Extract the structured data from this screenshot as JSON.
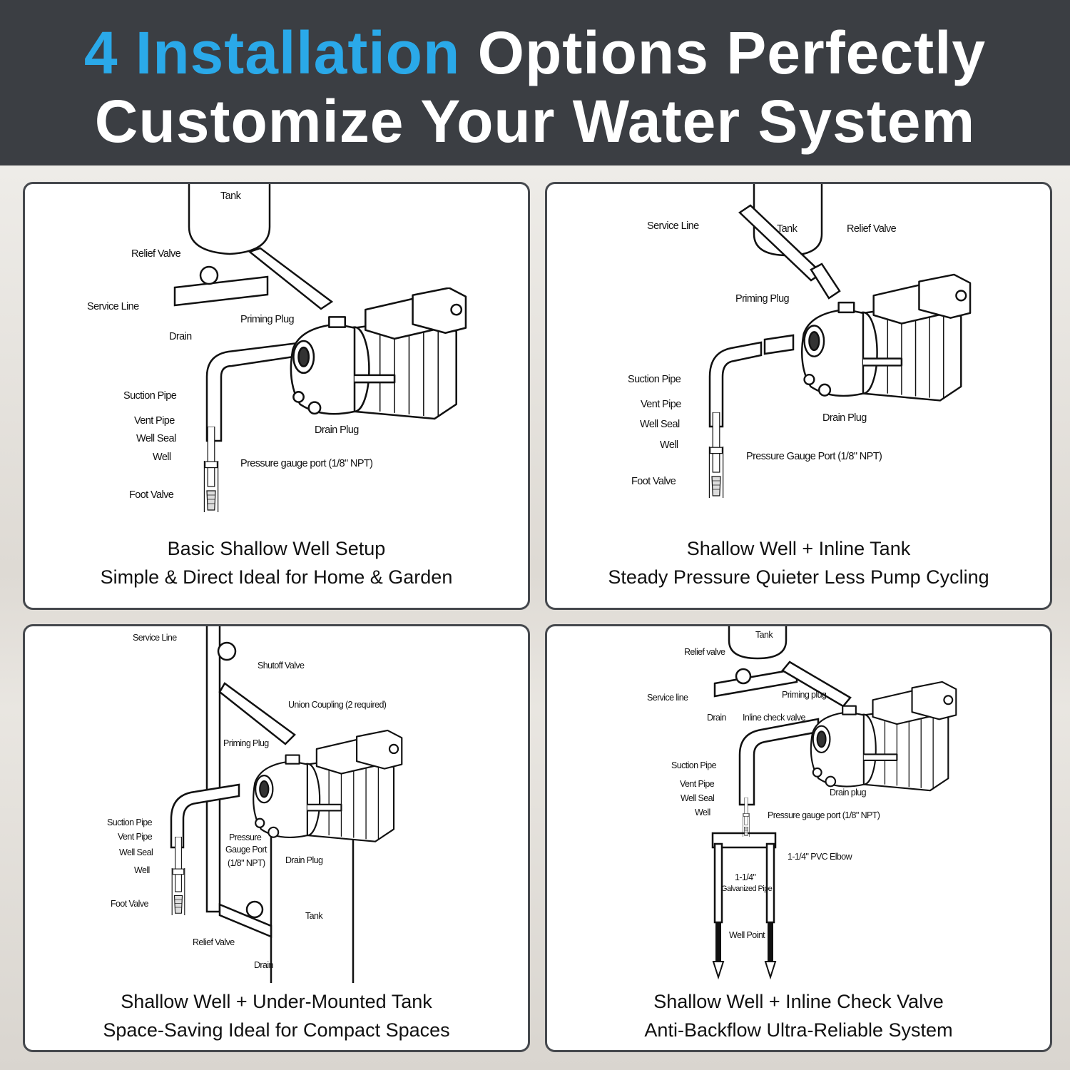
{
  "header": {
    "title_accent": "4 Installation",
    "title_rest": "Options Perfectly",
    "title_line2": "Customize Your Water System",
    "accent_color": "#2aa9e9",
    "background": "#3b3e43"
  },
  "panels": [
    {
      "title": "Basic Shallow Well Setup",
      "subtitle": "Simple & Direct  Ideal for Home & Garden",
      "labels": [
        "Tank",
        "Relief Valve",
        "Service Line",
        "Drain",
        "Priming Plug",
        "Suction Pipe",
        "Vent Pipe",
        "Well Seal",
        "Well",
        "Foot Valve",
        "Drain Plug",
        "Pressure gauge port (1/8\" NPT)"
      ]
    },
    {
      "title": "Shallow Well + Inline Tank",
      "subtitle": "Steady Pressure  Quieter  Less Pump Cycling",
      "labels": [
        "Service Line",
        "Tank",
        "Relief Valve",
        "Priming Plug",
        "Suction Pipe",
        "Vent Pipe",
        "Well Seal",
        "Well",
        "Foot Valve",
        "Drain Plug",
        "Pressure Gauge Port (1/8\" NPT)"
      ]
    },
    {
      "title": "Shallow Well + Under-Mounted Tank",
      "subtitle": "Space-Saving  Ideal for Compact Spaces",
      "labels": [
        "Service Line",
        "Shutoff Valve",
        "Union Coupling (2 required)",
        "Priming Plug",
        "Suction Pipe",
        "Vent Pipe",
        "Well Seal",
        "Well",
        "Foot Valve",
        "Pressure",
        "Gauge Port",
        "(1/8\" NPT)",
        "Drain Plug",
        "Tank",
        "Relief Valve",
        "Drain"
      ]
    },
    {
      "title": "Shallow Well + Inline Check Valve",
      "subtitle": "Anti-Backflow Ultra-Reliable System",
      "labels": [
        "Tank",
        "Relief valve",
        "Service line",
        "Priming plug",
        "Drain",
        "Inline check valve",
        "Suction Pipe",
        "Vent Pipe",
        "Well Seal",
        "Well",
        "Drain plug",
        "Pressure gauge port (1/8\" NPT)",
        "1-1/4\" PVC Elbow",
        "1-1/4\"",
        "Galvanized Pipe",
        "Well Point"
      ]
    }
  ]
}
